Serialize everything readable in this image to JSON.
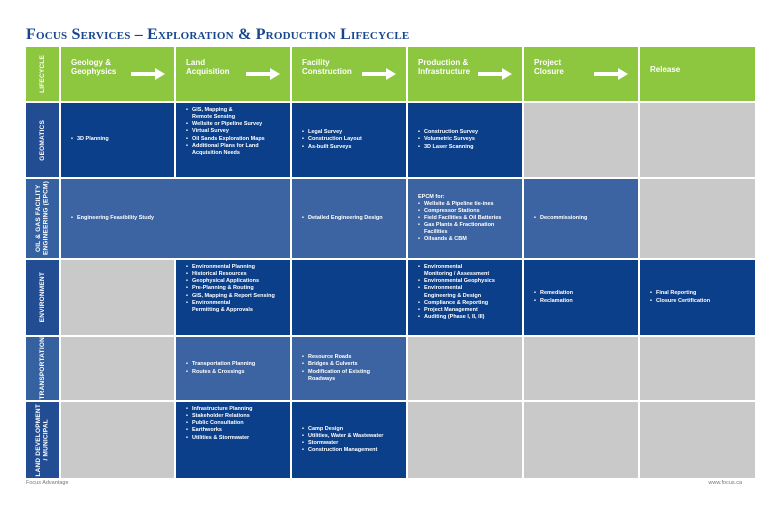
{
  "title": "Focus Services – Exploration & Production Lifecycle",
  "header": {
    "lifecycle_label": "LIFECYCLE",
    "stages": [
      {
        "label": "Geology &\nGeophysics",
        "arrow": true
      },
      {
        "label": "Land\nAcquisition",
        "arrow": true
      },
      {
        "label": "Facility\nConstruction",
        "arrow": true
      },
      {
        "label": "Production &\nInfrastructure",
        "arrow": true
      },
      {
        "label": "Project\nClosure",
        "arrow": true
      },
      {
        "label": "Release",
        "arrow": false
      }
    ]
  },
  "rows": [
    {
      "label": "GEOMATICS",
      "cells": [
        {
          "style": "dark",
          "items": [
            "3D Planning"
          ]
        },
        {
          "style": "dark",
          "items": [
            "GIS, Mapping &\nRemote Sensing",
            "Wellsite or Pipeline Survey",
            "Virtual Survey",
            "Oil Sands Exploration Maps",
            "Additional Plans for Land\nAcquisition Needs"
          ]
        },
        {
          "style": "dark",
          "items": [
            "Legal Survey",
            "Construction Layout",
            "As-built Surveys"
          ]
        },
        {
          "style": "dark",
          "items": [
            "Construction Survey",
            "Volumetric Surveys",
            "3D Laser Scanning"
          ]
        },
        {
          "style": "gray"
        },
        {
          "style": "gray"
        }
      ]
    },
    {
      "label": "OIL & GAS FACILITY\nENGINEERING (EPCM)",
      "cells": [
        {
          "style": "med",
          "span": 2,
          "items": [
            "Engineering Feasibility Study"
          ]
        },
        {
          "style": "med",
          "items": [
            "Detailed Engineering Design"
          ]
        },
        {
          "style": "med",
          "heading": "EPCM for:",
          "items": [
            "Wellsite & Pipeline tie-ines",
            "Compressor Stations",
            "Field Facilities & Oil Batteries",
            "Gas Plants & Fractionation\nFacilities",
            "Oilsands & CBM"
          ]
        },
        {
          "style": "med",
          "items": [
            "Decommissioning"
          ]
        },
        {
          "style": "gray"
        }
      ]
    },
    {
      "label": "ENVIRONMENT",
      "cells": [
        {
          "style": "gray"
        },
        {
          "style": "dark",
          "items": [
            "Environmental Planning",
            "Historical Resources",
            "Geophysical Applications",
            "Pre-Planning & Routing",
            "GIS, Mapping & Report Sensing",
            "Environmental\nPermitting & Approvals"
          ]
        },
        {
          "style": "dark"
        },
        {
          "style": "dark",
          "items": [
            "Environmental\nMonitoring / Assessment",
            "Environmental Geophysics",
            "Environmental\nEngineering & Design",
            "Compliance & Reporting",
            "Project Management",
            "Auditing (Phase I, II, III)"
          ]
        },
        {
          "style": "dark",
          "items": [
            "Remediation",
            "Reclamation"
          ]
        },
        {
          "style": "dark",
          "items": [
            "Final Reporting",
            "Closure Certification"
          ]
        }
      ]
    },
    {
      "label": "TRANSPORTATION",
      "cells": [
        {
          "style": "gray"
        },
        {
          "style": "med",
          "items": [
            "Transportation Planning",
            "Routes & Crossings"
          ]
        },
        {
          "style": "med",
          "items": [
            "Resource Roads",
            "Bridges & Culverts",
            "Modification of Existing\nRoadways"
          ]
        },
        {
          "style": "gray"
        },
        {
          "style": "gray"
        },
        {
          "style": "gray"
        }
      ]
    },
    {
      "label": "LAND DEVELOPMENT\n/ MUNICIPAL",
      "cells": [
        {
          "style": "gray"
        },
        {
          "style": "dark",
          "items": [
            "Infrastructure Planning",
            "Stakeholder Relations",
            "Public Consultation",
            "Earthworks",
            "Utilities & Stormwater"
          ]
        },
        {
          "style": "dark",
          "items": [
            "Camp Design",
            "Utilities, Water & Wastewater",
            "Stormwater",
            "Construction Management"
          ]
        },
        {
          "style": "gray"
        },
        {
          "style": "gray"
        },
        {
          "style": "gray"
        }
      ]
    }
  ],
  "footer": {
    "left": "Focus Advantage",
    "right": "www.focus.ca"
  },
  "colors": {
    "header_green": "#8dc63f",
    "dark_blue": "#0b3f8a",
    "medium_blue": "#3c63a2",
    "gray": "#c9c9c9",
    "title_blue": "#17468f"
  }
}
